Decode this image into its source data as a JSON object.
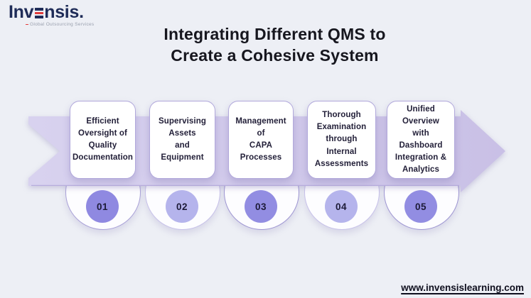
{
  "brand": {
    "logo_pre": "Inv",
    "logo_post": "nsis",
    "logo_dot": ".",
    "tagline": "Global Outsourcing Services"
  },
  "title": {
    "line1": "Integrating Different QMS to",
    "line2": "Create a Cohesive System"
  },
  "steps": [
    {
      "number": "01",
      "label": "Efficient\nOversight of\nQuality\nDocumentation",
      "badge_color": "#8f89e1",
      "ring_color": "#aaa2d8"
    },
    {
      "number": "02",
      "label": "Supervising\nAssets\nand\nEquipment",
      "badge_color": "#b5b4ec",
      "ring_color": "#c7c1e9"
    },
    {
      "number": "03",
      "label": "Management\nof\nCAPA\nProcesses",
      "badge_color": "#928de2",
      "ring_color": "#9e96d2"
    },
    {
      "number": "04",
      "label": "Thorough\nExamination\nthrough Internal\nAssessments",
      "badge_color": "#b5b4ec",
      "ring_color": "#c7c1e9"
    },
    {
      "number": "05",
      "label": "Unified Overview\nwith Dashboard\nIntegration &\nAnalytics",
      "badge_color": "#928de2",
      "ring_color": "#9e96d2"
    }
  ],
  "footer": {
    "url": "www.invensislearning.com"
  },
  "colors": {
    "background": "#edeff5",
    "ribbon_light": "#d8d2ef",
    "ribbon_dark": "#c9c0e6",
    "ribbon_edge": "#b2a7da",
    "card_border": "#b1a8db",
    "title_text": "#16161e",
    "brand_navy": "#1f2c58",
    "brand_red": "#e13b3b",
    "number_text": "#1d1b38"
  }
}
